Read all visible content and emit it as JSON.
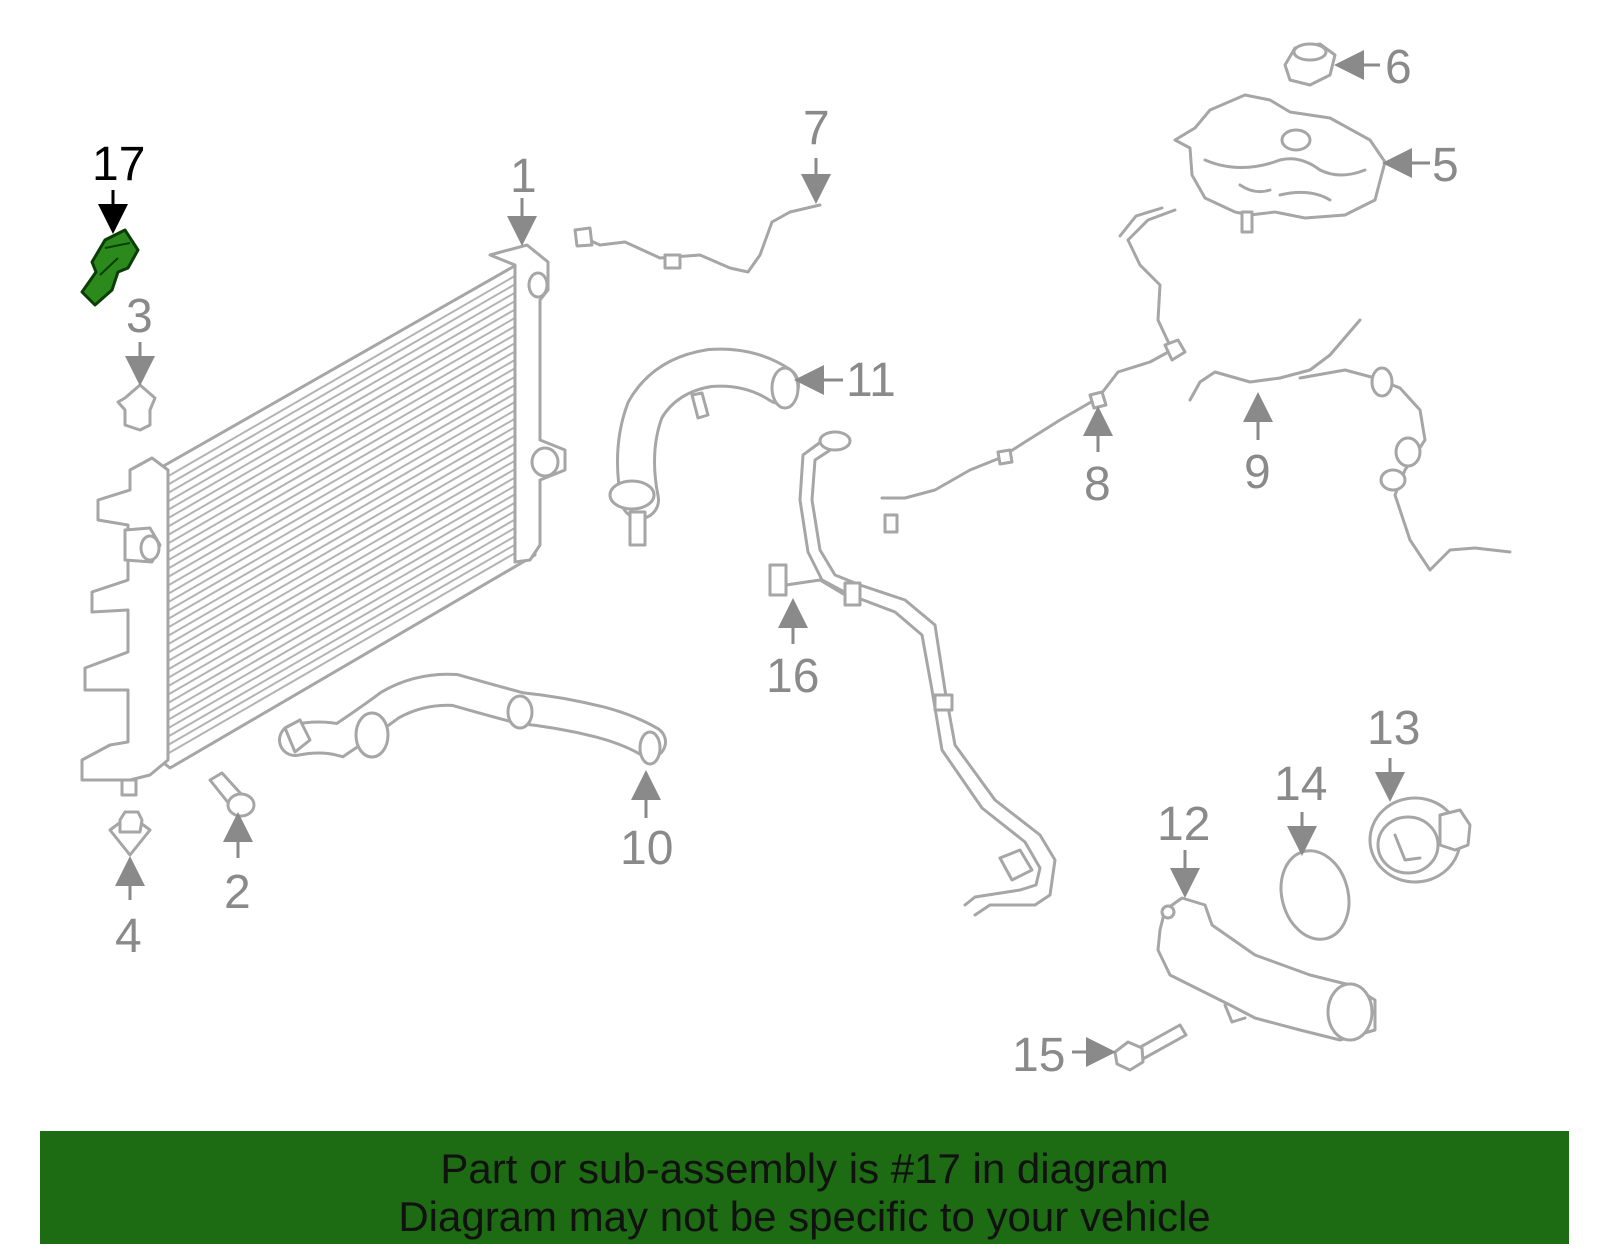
{
  "colors": {
    "highlight": "#1d6b12",
    "highlight_part": "#2c8a1c",
    "part_gray": "#a6a6a6",
    "label_gray": "#8a8a8a",
    "label_active": "#000000"
  },
  "callouts": {
    "c1": "1",
    "c2": "2",
    "c3": "3",
    "c4": "4",
    "c5": "5",
    "c6": "6",
    "c7": "7",
    "c8": "8",
    "c9": "9",
    "c10": "10",
    "c11": "11",
    "c12": "12",
    "c13": "13",
    "c14": "14",
    "c15": "15",
    "c16": "16",
    "c17": "17"
  },
  "highlighted_part": "17",
  "banner": {
    "line1": "Part or sub-assembly is #17 in diagram",
    "line2": "Diagram may not be specific to your vehicle"
  }
}
